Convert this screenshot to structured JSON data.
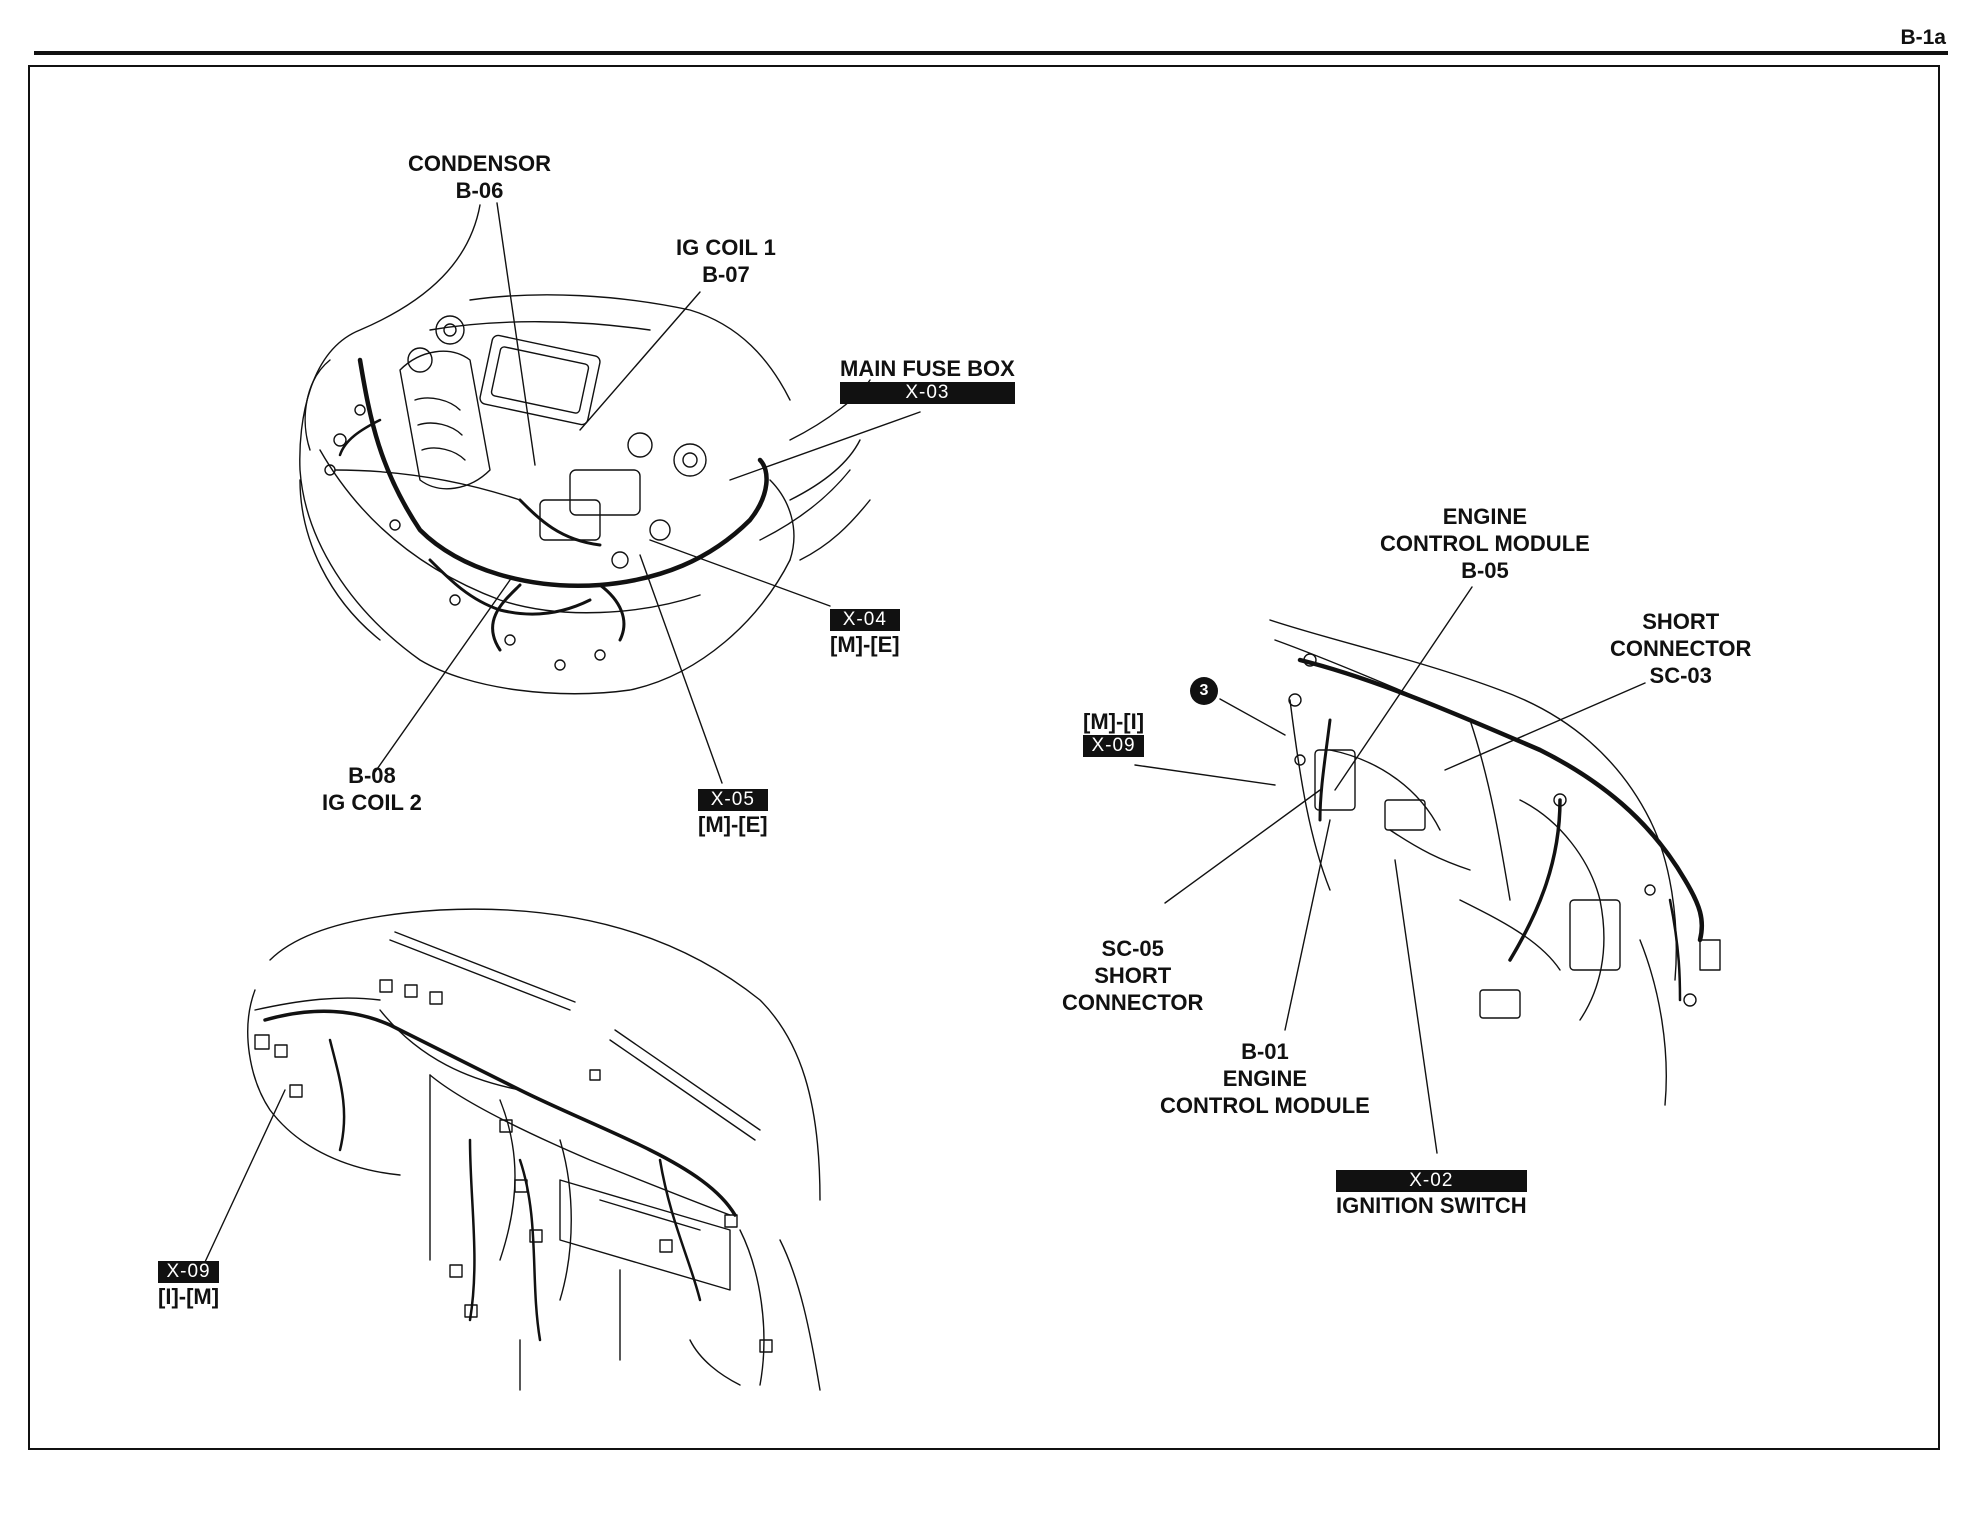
{
  "page_id": "B-1a",
  "callouts": {
    "condensor": {
      "name": "CONDENSOR",
      "code": "B-06"
    },
    "ig_coil_1": {
      "name": "IG COIL 1",
      "code": "B-07"
    },
    "main_fuse_box": {
      "name": "MAIN FUSE BOX",
      "code": "X-03"
    },
    "x04": {
      "code": "X-04",
      "harness": "[M]-[E]"
    },
    "x05": {
      "code": "X-05",
      "harness": "[M]-[E]"
    },
    "ig_coil_2": {
      "code": "B-08",
      "name": "IG COIL 2"
    },
    "ecm_b05": {
      "line1": "ENGINE",
      "line2": "CONTROL MODULE",
      "code": "B-05"
    },
    "short_conn_sc03": {
      "line1": "SHORT",
      "line2": "CONNECTOR",
      "code": "SC-03"
    },
    "x09_right": {
      "harness": "[M]-[I]",
      "code": "X-09"
    },
    "sc05": {
      "code": "SC-05",
      "line1": "SHORT",
      "line2": "CONNECTOR"
    },
    "ecm_b01": {
      "code": "B-01",
      "line1": "ENGINE",
      "line2": "CONTROL MODULE"
    },
    "ignition_switch": {
      "code": "X-02",
      "name": "IGNITION SWITCH"
    },
    "x09_left": {
      "code": "X-09",
      "harness": "[I]-[M]"
    },
    "ground_point": "3"
  },
  "colors": {
    "ink": "#111111",
    "tag_text": "#ffffff",
    "background": "#ffffff"
  }
}
